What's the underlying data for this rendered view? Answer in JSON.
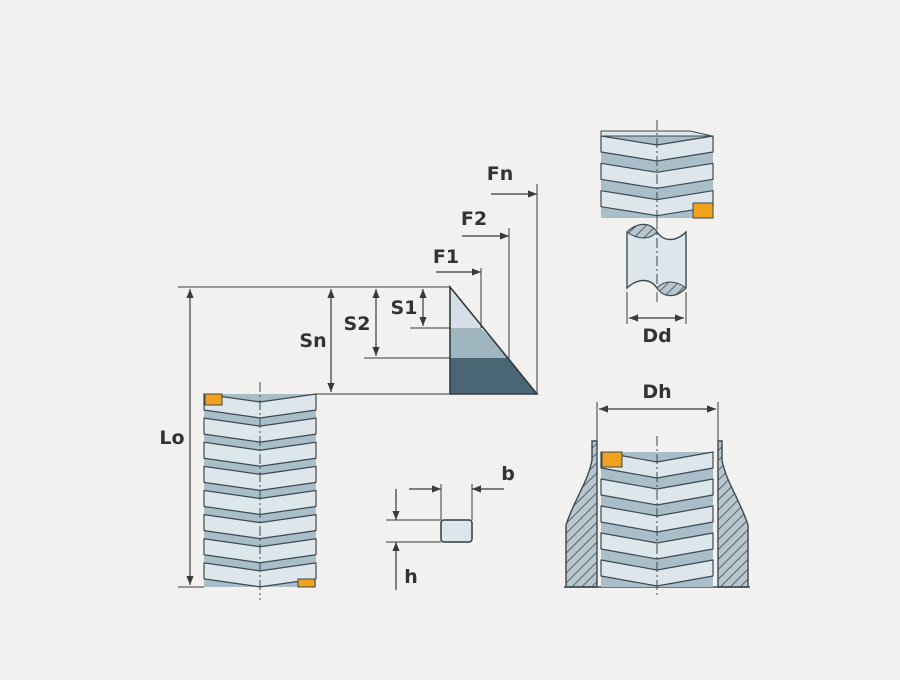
{
  "labels": {
    "Lo": "Lo",
    "Sn": "Sn",
    "S2": "S2",
    "S1": "S1",
    "F1": "F1",
    "F2": "F2",
    "Fn": "Fn",
    "b": "b",
    "h": "h",
    "Dd": "Dd",
    "Dh": "Dh"
  },
  "colors": {
    "background": "#f2f1ef",
    "coil_light": "#dde6ea",
    "coil_shadow": "#a9bec8",
    "outline": "#3b4a52",
    "wedge_light": "#d5dfe5",
    "wedge_mid": "#9fb6c0",
    "wedge_dark": "#4a6675",
    "accent_orange": "#f0a21e",
    "dim_line": "#3a3a3a"
  }
}
